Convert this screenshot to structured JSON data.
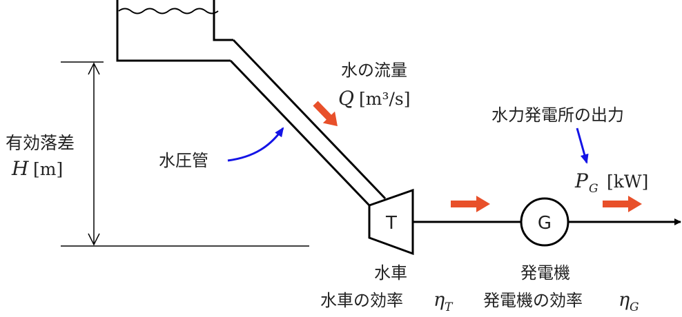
{
  "colors": {
    "line": "#000000",
    "flow_arrow": "#E8502A",
    "pointer_arrow": "#1414E6",
    "text": "#222222"
  },
  "head": {
    "label": "有効落差",
    "symbol": "H",
    "unit": "[m]"
  },
  "penstock": {
    "label": "水圧管"
  },
  "flow": {
    "label": "水の流量",
    "symbol": "Q",
    "unit": "[m³/s]"
  },
  "turbine": {
    "symbol": "T",
    "label": "水車",
    "efficiency_label": "水車の効率",
    "efficiency_symbol": "η",
    "efficiency_sub": "T"
  },
  "generator": {
    "symbol": "G",
    "label": "発電機",
    "efficiency_label": "発電機の効率",
    "efficiency_symbol": "η",
    "efficiency_sub": "G"
  },
  "output": {
    "label": "水力発電所の出力",
    "symbol": "P",
    "symbol_sub": "G",
    "unit": "[kW]"
  }
}
